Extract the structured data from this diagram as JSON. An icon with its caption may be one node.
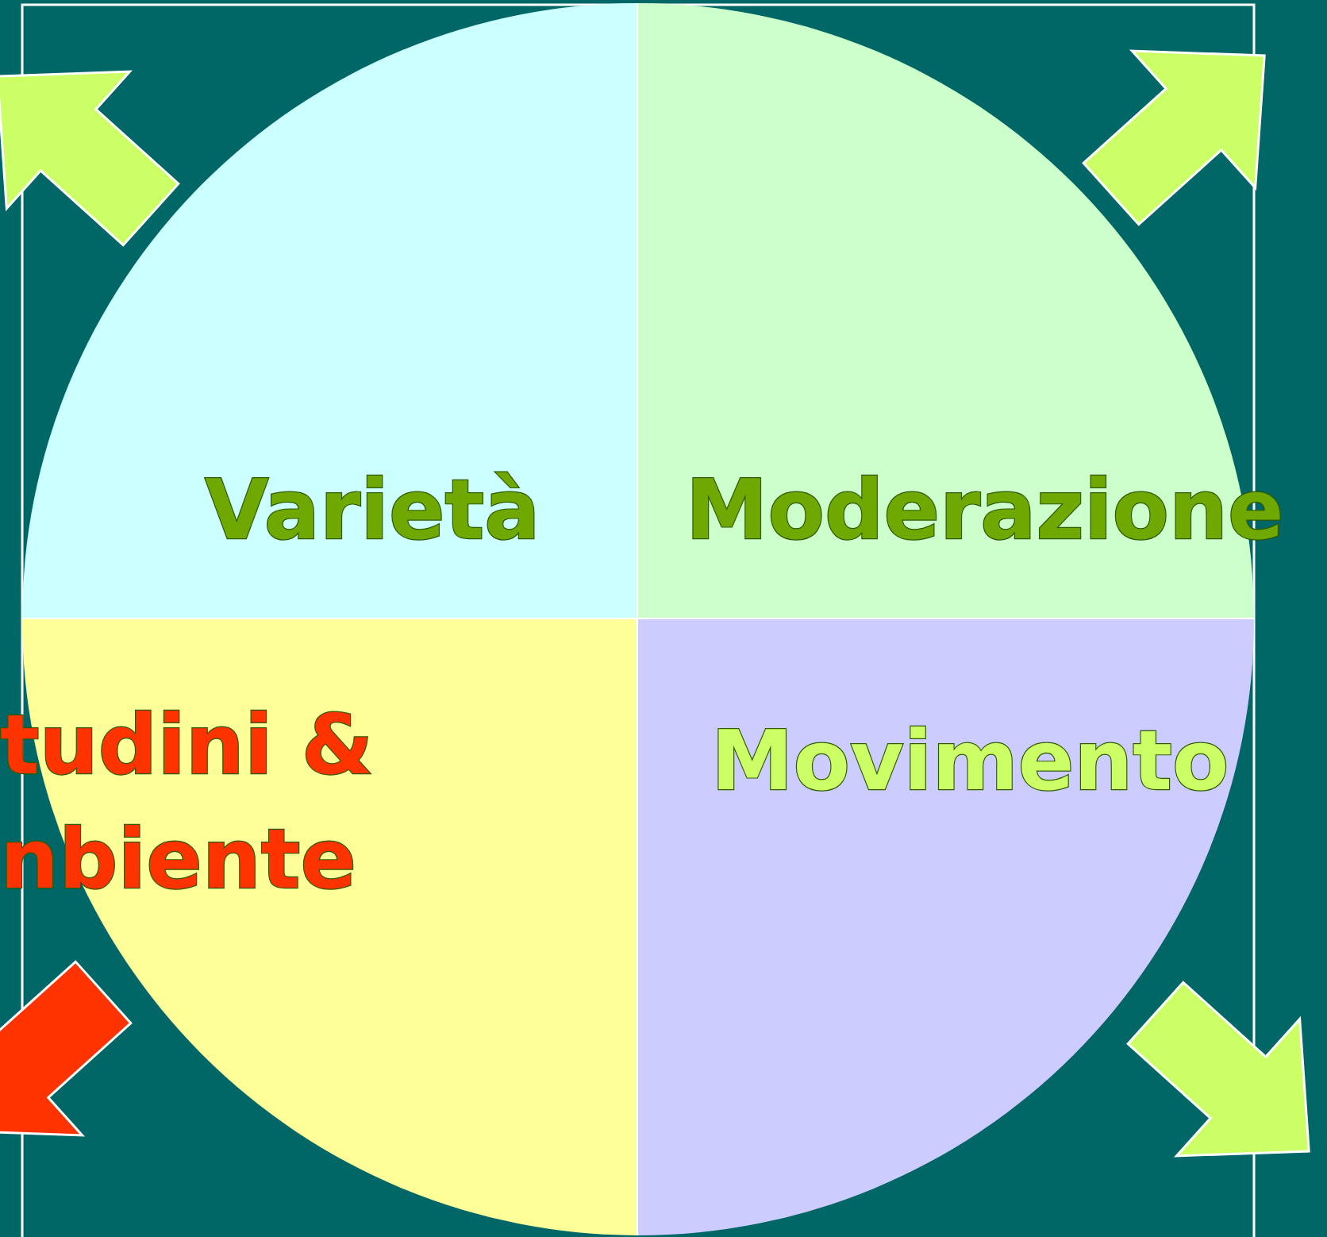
{
  "diagram": {
    "nodes": [
      {
        "text": [
          "Varietà"
        ]
      },
      {
        "text": [
          "Moderazione"
        ]
      },
      {
        "text": [
          "tudini & nbiente"
        ]
      },
      {
        "text": [
          "Movimento"
        ]
      }
    ]
  }
}
